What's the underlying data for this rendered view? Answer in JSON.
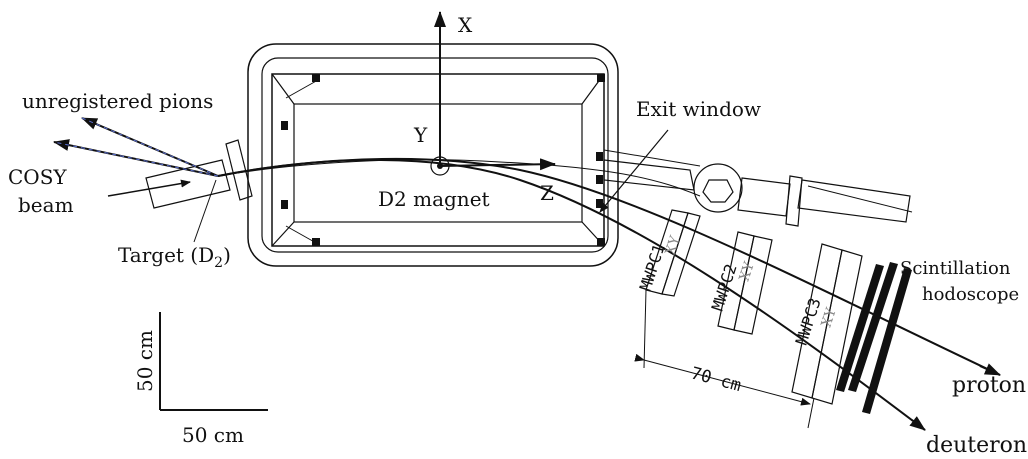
{
  "labels": {
    "axis_x": "X",
    "axis_y": "Y",
    "axis_z": "Z",
    "unregistered_pions": "unregistered pions",
    "cosy_line1": "COSY",
    "cosy_line2": "beam",
    "exit_window": "Exit window",
    "magnet": "D2 magnet",
    "target_main": "Target (D",
    "target_sub": "2",
    "target_close": ")",
    "mwpc1": "MWPC1",
    "mwpc2": "MWPC2",
    "mwpc3": "MWPC3",
    "xy1": "XY",
    "xy2": "XY",
    "xy3": "XY",
    "scint_line1": "Scintillation",
    "scint_line2": "hodoscope",
    "dist_70": "70 cm",
    "scale_vertical": "50 cm",
    "scale_horizontal": "50 cm",
    "proton": "proton",
    "deuteron": "deuteron"
  }
}
